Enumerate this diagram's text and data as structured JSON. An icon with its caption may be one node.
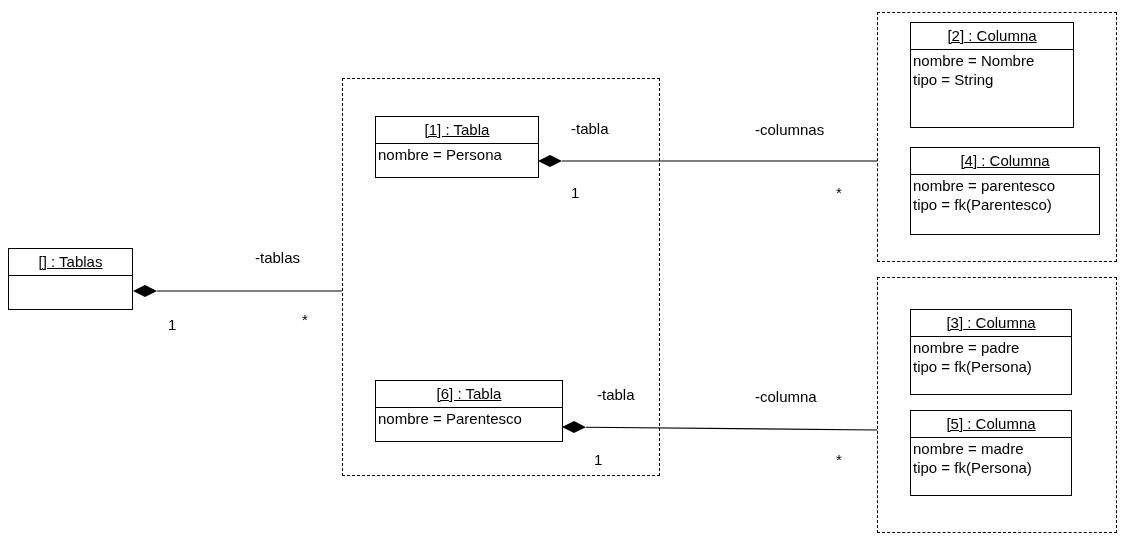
{
  "diagram": {
    "nodes": [
      {
        "text": [
          "[] : Tablas"
        ]
      },
      {
        "text": [],
        "shape": "box"
      },
      {
        "text": [
          "[1] : Tabla",
          "nombre = Persona"
        ],
        "in": 1
      },
      {
        "text": [
          "[6] : Tabla",
          "nombre = Parentesco"
        ],
        "in": 1
      },
      {
        "text": [],
        "shape": "box"
      },
      {
        "text": [
          "[2] : Columna",
          "nombre = Nombre",
          "tipo = String"
        ],
        "in": 4
      },
      {
        "text": [
          "[4] : Columna",
          "nombre = parentesco",
          "tipo = fk(Parentesco)"
        ],
        "in": 4
      },
      {
        "text": [],
        "shape": "box"
      },
      {
        "text": [
          "[3] : Columna",
          "nombre = padre",
          "tipo = fk(Persona)"
        ],
        "in": 7
      },
      {
        "text": [
          "[5] : Columna",
          "nombre = madre",
          "tipo = fk(Persona)"
        ],
        "in": 7
      }
    ],
    "edges": [
      {
        "from": 0,
        "to": 1,
        "arrow": "other"
      },
      {
        "from": 2,
        "to": 4,
        "arrow": "other"
      },
      {
        "from": 3,
        "to": 7,
        "arrow": "other"
      }
    ],
    "labels": [
      "-tabla",
      "-columnas",
      "1",
      "*",
      "-tablas",
      "1",
      "*",
      "-tabla",
      "-columna",
      "1",
      "*"
    ]
  }
}
